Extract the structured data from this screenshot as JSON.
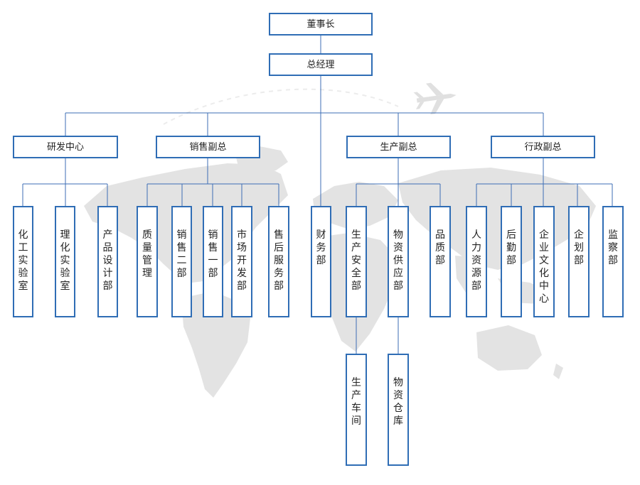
{
  "colors": {
    "border": "#2f6db5",
    "line": "#3c6eb4",
    "map": "#e3e3e3"
  },
  "icons": {
    "background": "world-map-illustration",
    "airplane": "airplane-icon"
  },
  "top": {
    "chairman": "董事长",
    "gm": "总经理"
  },
  "branches": {
    "rd": "研发中心",
    "sales_vp": "销售副总",
    "prod_vp": "生产副总",
    "admin_vp": "行政副总"
  },
  "depts": {
    "chem_lab": "化工实验室",
    "phys_lab": "理化实验室",
    "design": "产品设计部",
    "quality_mgmt": "质量管理",
    "sales2": "销售二部",
    "sales1": "销售一部",
    "market": "市场开发部",
    "after_sales": "售后服务部",
    "finance": "财务部",
    "safety": "生产安全部",
    "supply": "物资供应部",
    "quality": "品质部",
    "hr": "人力资源部",
    "logistics": "后勤部",
    "culture": "企业文化中心",
    "planning": "企划部",
    "audit": "监察部"
  },
  "sub": {
    "workshop": "生产车间",
    "warehouse": "物资仓库"
  }
}
